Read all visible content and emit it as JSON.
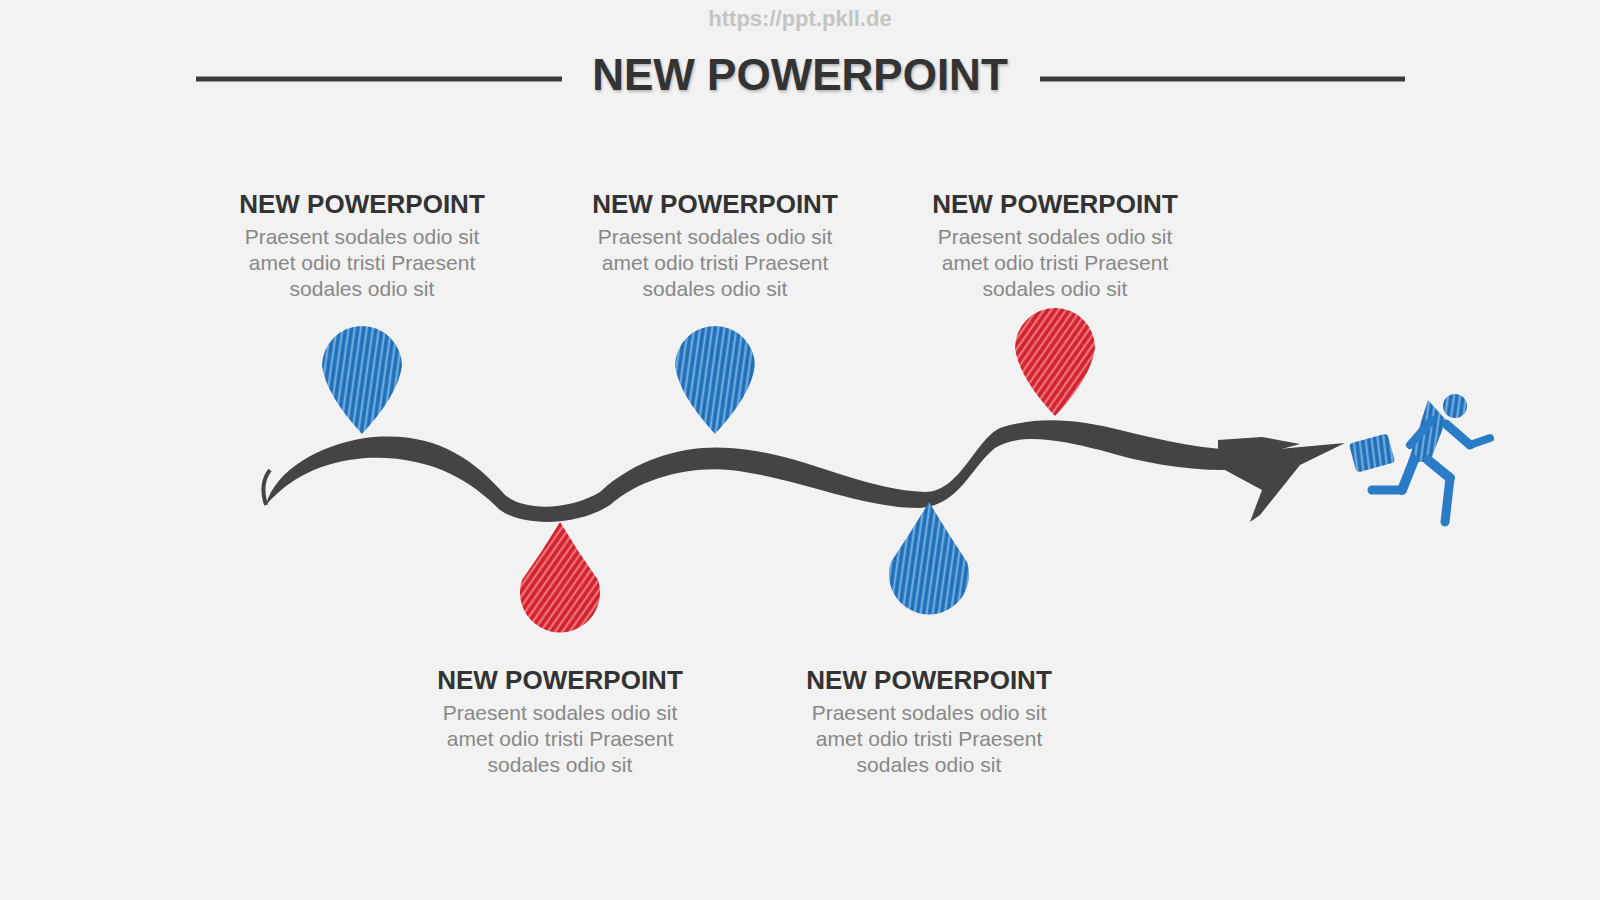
{
  "diagram": {
    "title": "NEW POWERPOINT",
    "nodes": [
      {
        "text": [
          "NEW POWERPOINT",
          "Praesent sodales odio sit amet odio tristi Praesent sodales odio sit"
        ]
      },
      {
        "text": [
          "NEW POWERPOINT",
          "Praesent sodales odio sit amet odio tristi Praesent sodales odio sit"
        ]
      },
      {
        "text": [
          "NEW POWERPOINT",
          "Praesent sodales odio sit amet odio tristi Praesent sodales odio sit"
        ]
      },
      {
        "text": [
          "NEW POWERPOINT",
          "Praesent sodales odio sit amet odio tristi Praesent sodales odio sit"
        ]
      },
      {
        "text": [
          "NEW POWERPOINT",
          "Praesent sodales odio sit amet odio tristi Praesent sodales odio sit"
        ]
      }
    ],
    "labels": [
      "https://ppt.pkll.de"
    ]
  }
}
